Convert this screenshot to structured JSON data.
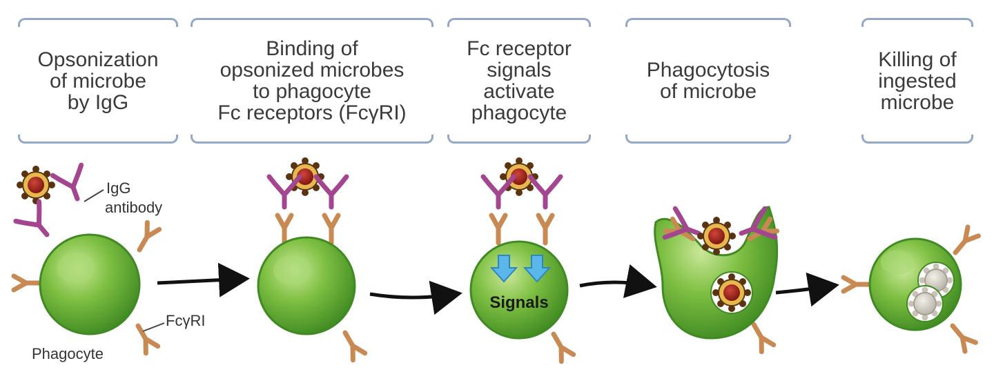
{
  "steps": [
    {
      "label": "Opsonization\nof microbe\nby IgG"
    },
    {
      "label": "Binding of\nopsonized microbes\nto phagocyte\nFc receptors (FcγRI)"
    },
    {
      "label": "Fc receptor\nsignals\nactivate\nphagocyte"
    },
    {
      "label": "Phagocytosis\nof microbe"
    },
    {
      "label": "Killing of\ningested\nmicrobe"
    }
  ],
  "annotations": {
    "igg_line1": "IgG",
    "igg_line2": "antibody",
    "fcgri": "FcγRI",
    "phagocyte": "Phagocyte",
    "signals": "Signals"
  },
  "colors": {
    "bracket": "#93a7c7",
    "cell": "#6fb63a",
    "receptor": "#c88a52",
    "antibody": "#a3458f",
    "microbe_core": "#9b2216",
    "microbe_ring": "#e6b84d",
    "signal_arrow": "#5bb7ea"
  }
}
